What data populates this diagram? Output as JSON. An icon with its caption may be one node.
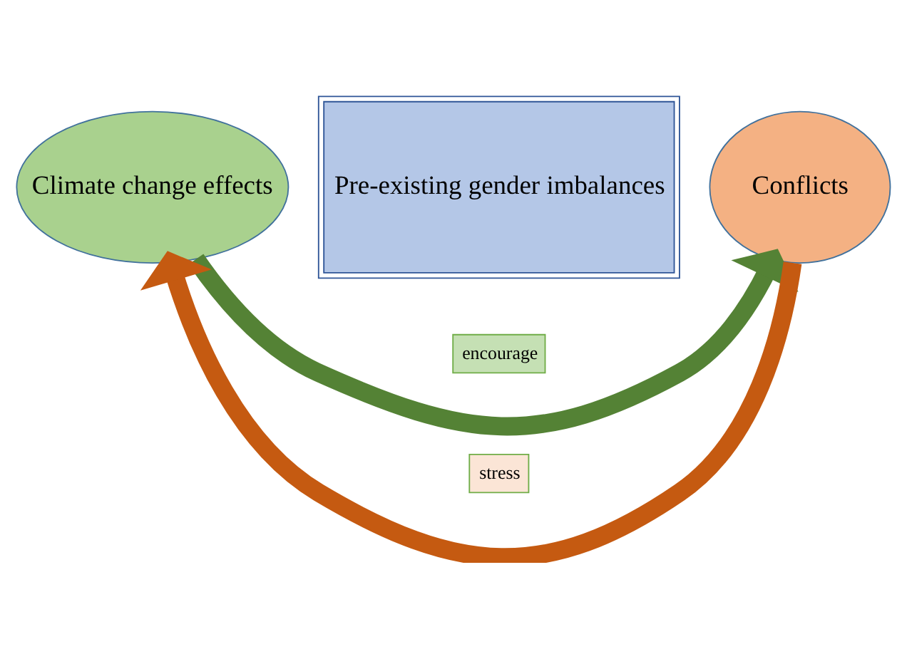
{
  "diagram": {
    "nodes": [
      {
        "text": [
          "Climate change effects"
        ]
      },
      {
        "text": [
          "Pre-existing gender imbalances"
        ]
      },
      {
        "text": [
          "Conflicts"
        ]
      }
    ],
    "edges": [
      {
        "from": 0,
        "to": 2,
        "arrow": "to",
        "label": "encourage",
        "color": "#548235"
      },
      {
        "from": 2,
        "to": 0,
        "arrow": "to",
        "label": "stress",
        "color": "#c55a11"
      }
    ]
  }
}
